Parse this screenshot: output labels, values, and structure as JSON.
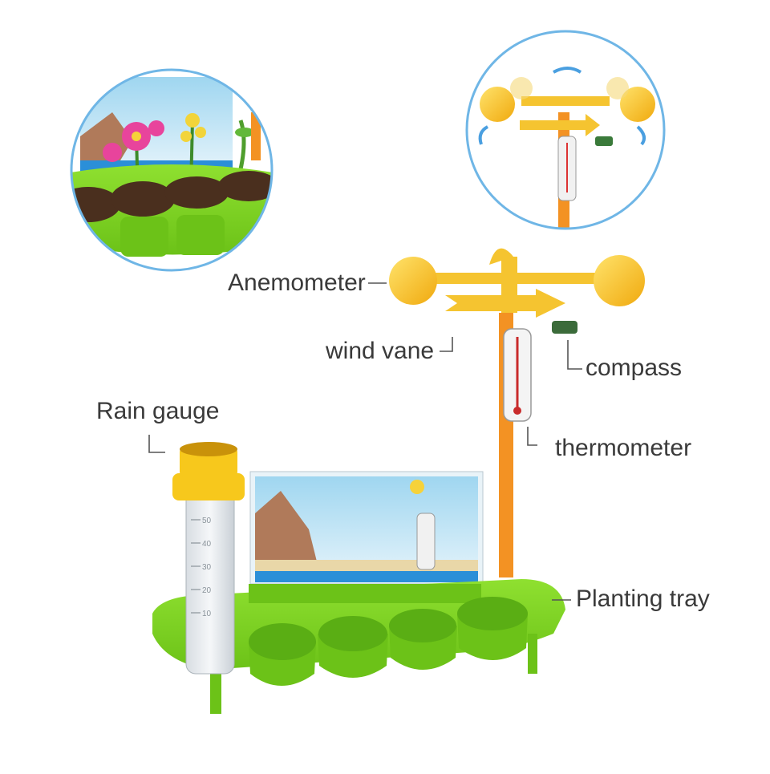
{
  "labels": {
    "anemometer": "Anemometer",
    "wind_vane": "wind vane",
    "compass": "compass",
    "rain_gauge": "Rain gauge",
    "thermometer": "thermometer",
    "planting_tray": "Planting tray"
  },
  "gauge_scale": [
    "50",
    "40",
    "30",
    "20",
    "10"
  ],
  "colors": {
    "tray_green": "#7ed321",
    "tray_green_dark": "#5cae14",
    "cup_yellow": "#f7c81c",
    "arm_yellow": "#f5c430",
    "pole_orange": "#f39223",
    "circle_border": "#6fb6e6",
    "soil": "#4a2f1e",
    "water": "#2b8fd8",
    "label_text": "#3a3a3a"
  }
}
